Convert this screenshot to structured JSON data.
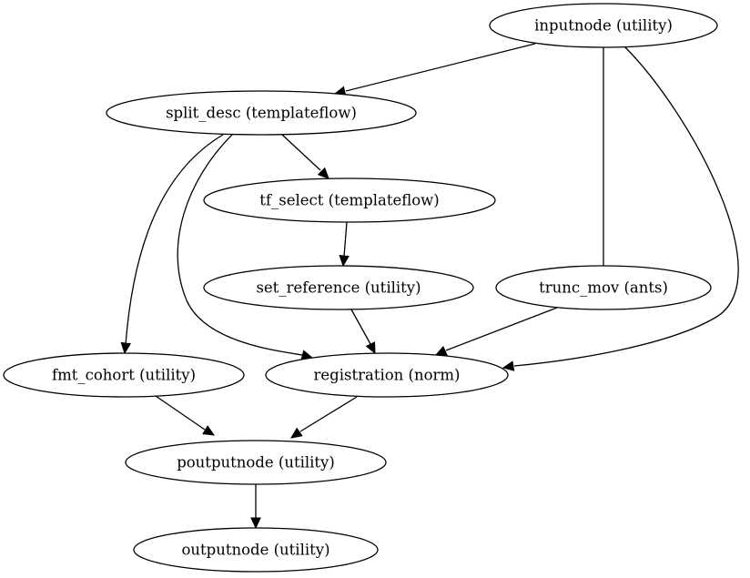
{
  "nodes": [
    {
      "id": "inputnode",
      "label": "inputnode (utility)"
    },
    {
      "id": "split_desc",
      "label": "split_desc (templateflow)"
    },
    {
      "id": "tf_select",
      "label": "tf_select (templateflow)"
    },
    {
      "id": "set_reference",
      "label": "set_reference (utility)"
    },
    {
      "id": "trunc_mov",
      "label": "trunc_mov (ants)"
    },
    {
      "id": "fmt_cohort",
      "label": "fmt_cohort (utility)"
    },
    {
      "id": "registration",
      "label": "registration (norm)"
    },
    {
      "id": "poutputnode",
      "label": "poutputnode (utility)"
    },
    {
      "id": "outputnode",
      "label": "outputnode (utility)"
    }
  ],
  "edges": [
    {
      "from": "inputnode",
      "to": "split_desc"
    },
    {
      "from": "inputnode",
      "to": "trunc_mov"
    },
    {
      "from": "inputnode",
      "to": "registration"
    },
    {
      "from": "split_desc",
      "to": "tf_select"
    },
    {
      "from": "split_desc",
      "to": "fmt_cohort"
    },
    {
      "from": "split_desc",
      "to": "registration"
    },
    {
      "from": "tf_select",
      "to": "set_reference"
    },
    {
      "from": "set_reference",
      "to": "registration"
    },
    {
      "from": "trunc_mov",
      "to": "registration"
    },
    {
      "from": "fmt_cohort",
      "to": "poutputnode"
    },
    {
      "from": "registration",
      "to": "poutputnode"
    },
    {
      "from": "poutputnode",
      "to": "outputnode"
    }
  ]
}
